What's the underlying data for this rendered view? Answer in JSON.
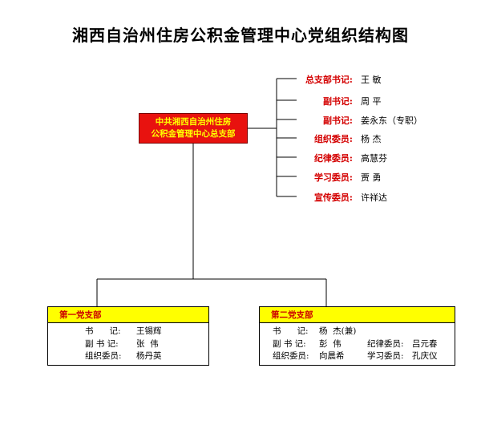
{
  "title": "湘西自治州住房公积金管理中心党组织结构图",
  "root": {
    "line1": "中共湘西自治州住房",
    "line2": "公积金管理中心总支部"
  },
  "committee": [
    {
      "role": "总支部书记:",
      "name": "王  敏"
    },
    {
      "role": "副书记:",
      "name": "周  平"
    },
    {
      "role": "副书记:",
      "name": "姜永东（专职）"
    },
    {
      "role": "组织委员:",
      "name": "杨  杰"
    },
    {
      "role": "纪律委员:",
      "name": "高慧芬"
    },
    {
      "role": "学习委员:",
      "name": "贾  勇"
    },
    {
      "role": "宣传委员:",
      "name": "许祥达"
    }
  ],
  "branches": [
    {
      "title": "第一党支部",
      "rows": [
        {
          "role": "书      记:",
          "name": "王锡辉"
        },
        {
          "role": "副 书 记:",
          "name": "张  伟"
        },
        {
          "role": "组织委员:",
          "name": "杨丹英"
        }
      ]
    },
    {
      "title": "第二党支部",
      "rows": [
        {
          "role": "书      记:",
          "name": "杨  杰(兼)",
          "role2": "",
          "name2": ""
        },
        {
          "role": "副 书 记:",
          "name": "彭  伟",
          "role2": "纪律委员:",
          "name2": "吕元春"
        },
        {
          "role": "组织委员:",
          "name": "向晨希",
          "role2": "学习委员:",
          "name2": "孔庆仪"
        }
      ]
    }
  ]
}
